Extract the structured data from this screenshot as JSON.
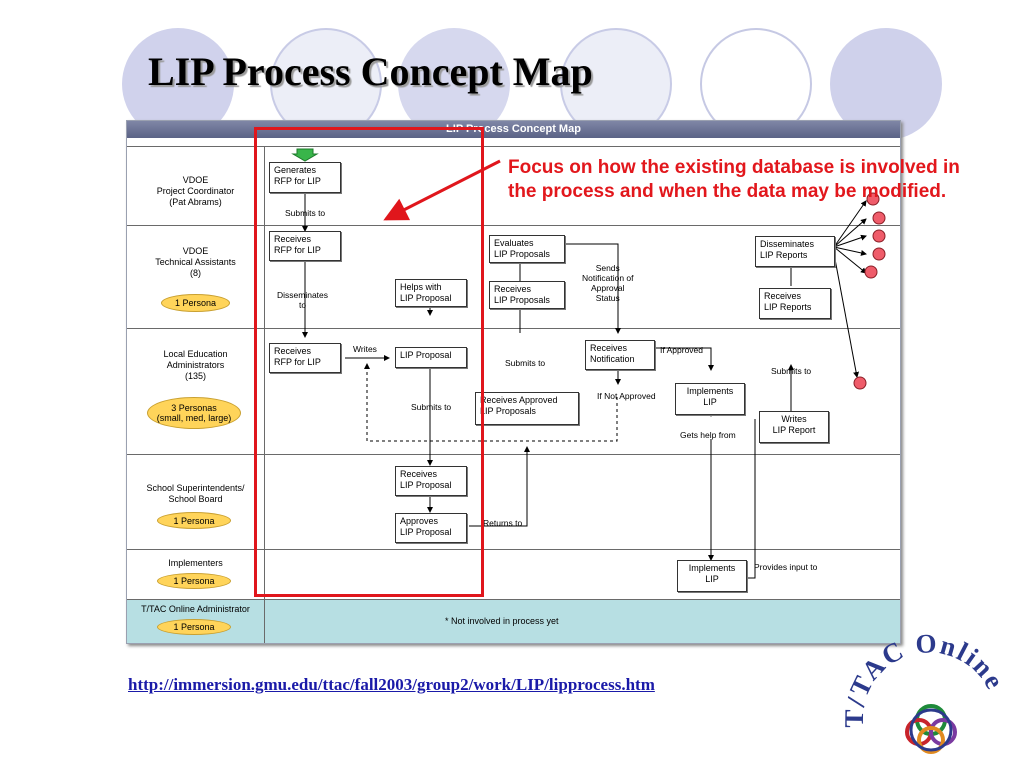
{
  "slide": {
    "title": "LIP Process Concept Map",
    "note": "Focus on how the existing database is involved in the process and when the data may be modified.",
    "link": "http://immersion.gmu.edu/ttac/fall2003/group2/work/LIP/lipprocess.htm",
    "logo_text": "T/TAC Online"
  },
  "map": {
    "header": "LIP Process Concept Map",
    "lanes": [
      {
        "label": "VDOE\nProject Coordinator\n(Pat Abrams)"
      },
      {
        "label": "VDOE\nTechnical Assistants\n(8)",
        "persona": "1 Persona"
      },
      {
        "label": "Local Education\nAdministrators\n(135)",
        "persona": "3 Personas\n(small, med, large)"
      },
      {
        "label": "School Superintendents/\nSchool Board",
        "persona": "1 Persona"
      },
      {
        "label": "Implementers",
        "persona": "1 Persona"
      },
      {
        "label": "T/TAC Online Administrator",
        "persona": "1 Persona"
      }
    ],
    "not_involved": "* Not involved in process yet",
    "boxes": {
      "generates_rfp": "Generates\nRFP for LIP",
      "receives_rfp_ta": "Receives\nRFP for LIP",
      "receives_rfp_lea": "Receives\nRFP for LIP",
      "helps_with": "Helps with\nLIP Proposal",
      "lip_proposal": "LIP Proposal",
      "receives_lip_proposal": "Receives\nLIP Proposal",
      "approves_lip_proposal": "Approves\nLIP Proposal",
      "evaluates": "Evaluates\nLIP Proposals",
      "receives_proposals": "Receives\nLIP Proposals",
      "receives_approved": "Receives Approved\nLIP Proposals",
      "receives_notification": "Receives\nNotification",
      "implements_lea": "Implements\nLIP",
      "implements_impl": "Implements\nLIP",
      "writes_report": "Writes\nLIP Report",
      "receives_reports": "Receives\nLIP Reports",
      "disseminates_reports": "Disseminates\nLIP Reports"
    },
    "labels": {
      "submits_to_1": "Submits to",
      "disseminates_to": "Disseminates\nto",
      "writes": "Writes",
      "submits_to_2": "Submits to",
      "submits_to_3": "Submits to",
      "sends_notification": "Sends\nNotification of\nApproval\nStatus",
      "if_approved": "If Approved",
      "if_not_approved": "If Not Approved",
      "gets_help_from": "Gets help from",
      "submits_to_4": "Submits to",
      "returns_to": "Returns to",
      "provides_input_to": "Provides input to"
    },
    "colors": {
      "header": "#5b6386",
      "persona_fill": "#ffd45a",
      "admin_lane": "#b7dfe3",
      "arrow_green": "#39b54a",
      "endpoint_fill": "#ef5c6a",
      "highlight": "#e0161c"
    }
  }
}
